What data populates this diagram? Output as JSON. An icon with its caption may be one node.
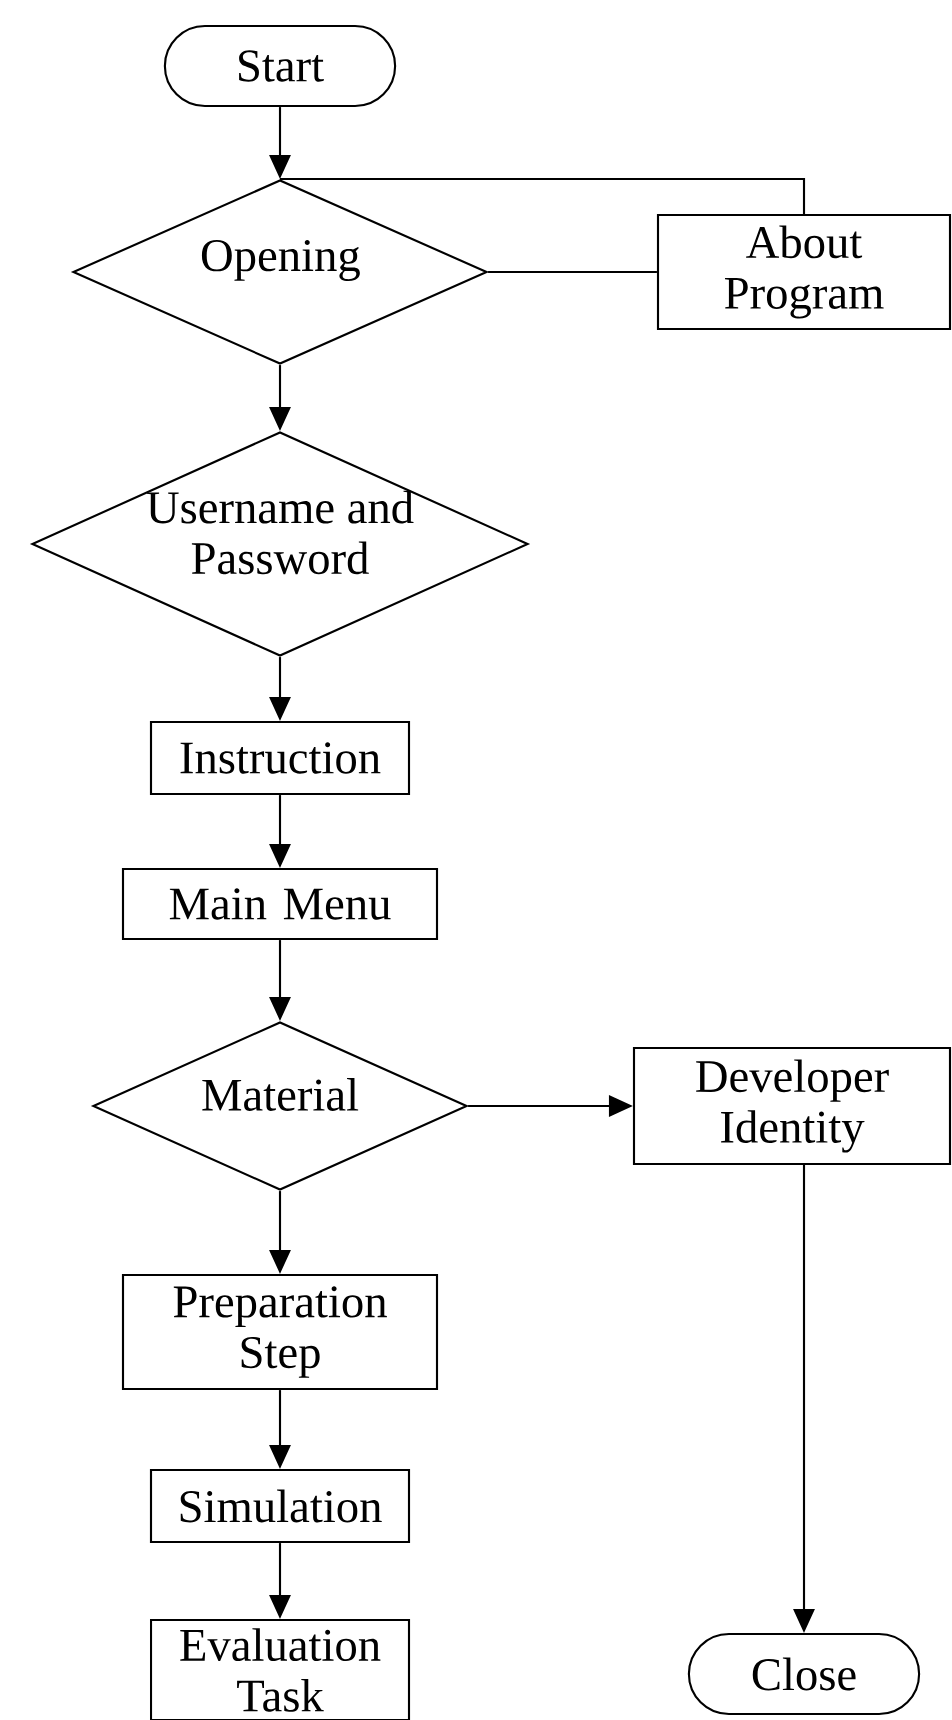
{
  "diagram": {
    "nodes": [
      {
        "text": [
          "Start"
        ]
      },
      {
        "text": [
          "Opening"
        ]
      },
      {
        "text": [
          "About Program"
        ]
      },
      {
        "text": [
          "Username and Password"
        ]
      },
      {
        "text": [
          "Instruction"
        ]
      },
      {
        "text": [
          "Main Menu"
        ]
      },
      {
        "text": [
          "Material"
        ]
      },
      {
        "text": [
          "Developer Identity"
        ]
      },
      {
        "text": [
          "Preparation Step"
        ]
      },
      {
        "text": [
          "Simulation"
        ]
      },
      {
        "text": [
          "Evaluation Task"
        ]
      },
      {
        "text": [
          "Close"
        ]
      }
    ],
    "edges": [
      {
        "from": 0,
        "to": 1,
        "arrow": "to"
      },
      {
        "from": 1,
        "to": 2,
        "arrow": "none"
      },
      {
        "from": 1,
        "to": 2,
        "arrow": "none"
      },
      {
        "from": 1,
        "to": 3,
        "arrow": "to"
      },
      {
        "from": 3,
        "to": 4,
        "arrow": "to"
      },
      {
        "from": 4,
        "to": 5,
        "arrow": "to"
      },
      {
        "from": 5,
        "to": 6,
        "arrow": "to"
      },
      {
        "from": 6,
        "to": 7,
        "arrow": "to"
      },
      {
        "from": 6,
        "to": 8,
        "arrow": "to"
      },
      {
        "from": 8,
        "to": 9,
        "arrow": "to"
      },
      {
        "from": 9,
        "to": 10,
        "arrow": "to"
      },
      {
        "from": 7,
        "to": 11,
        "arrow": "to"
      }
    ]
  }
}
